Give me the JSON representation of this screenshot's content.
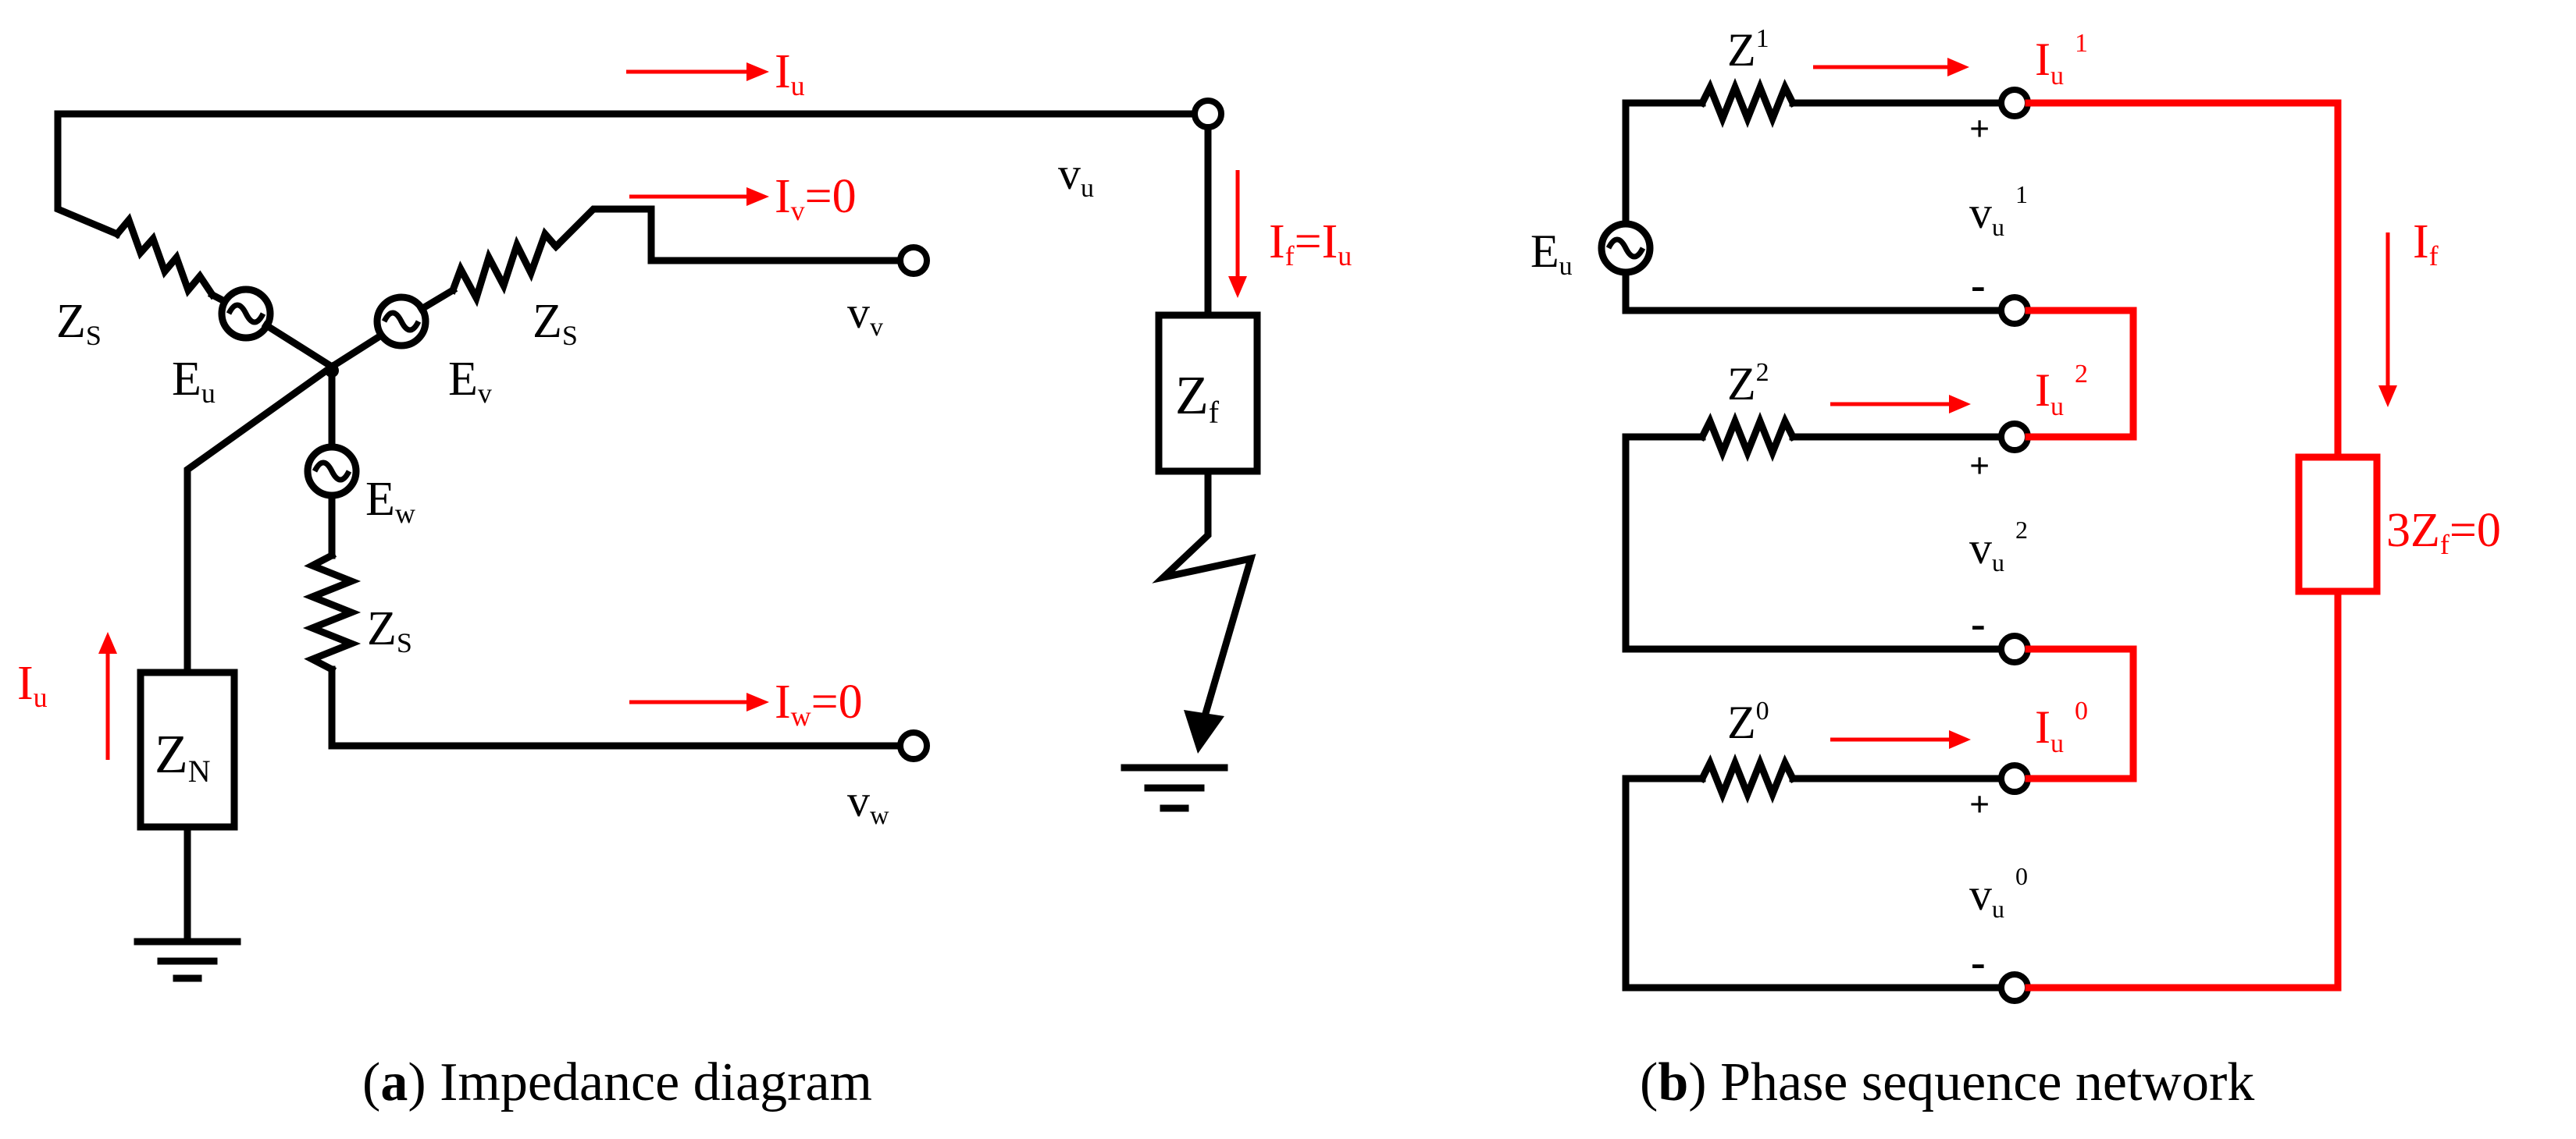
{
  "colors": {
    "ink": "#000000",
    "current": "#ff0000"
  },
  "panel_a": {
    "caption_letter": "a",
    "caption_text": " Impedance diagram",
    "labels": {
      "Iu_top": "I",
      "Iu_top_sub": "u",
      "Iv": "I",
      "Iv_sub": "v",
      "Iv_eq": "=0",
      "Iw": "I",
      "Iw_sub": "w",
      "Iw_eq": "=0",
      "If": "I",
      "If_sub": "f",
      "If_eq": "=I",
      "If_eq_sub": "u",
      "Iu_left": "I",
      "Iu_left_sub": "u",
      "vu": "v",
      "vu_sub": "u",
      "vv": "v",
      "vv_sub": "v",
      "vw": "v",
      "vw_sub": "w",
      "Zs1": "Z",
      "Zs1_sub": "S",
      "Zs2": "Z",
      "Zs2_sub": "S",
      "Zs3": "Z",
      "Zs3_sub": "S",
      "Eu": "E",
      "Eu_sub": "u",
      "Ev": "E",
      "Ev_sub": "v",
      "Ew": "E",
      "Ew_sub": "w",
      "Zf": "Z",
      "Zf_sub": "f",
      "Zn": "Z",
      "Zn_sub": "N"
    }
  },
  "panel_b": {
    "caption_letter": "b",
    "caption_text": " Phase sequence network",
    "labels": {
      "Z1": "Z",
      "Z1_sup": "1",
      "Z2": "Z",
      "Z2_sup": "2",
      "Z0": "Z",
      "Z0_sup": "0",
      "Iu1": "I",
      "Iu1_sub": "u",
      "Iu1_sup": "1",
      "Iu2": "I",
      "Iu2_sub": "u",
      "Iu2_sup": "2",
      "Iu0": "I",
      "Iu0_sub": "u",
      "Iu0_sup": "0",
      "vu1": "v",
      "vu1_sub": "u",
      "vu1_sup": "1",
      "vu2": "v",
      "vu2_sub": "u",
      "vu2_sup": "2",
      "vu0": "v",
      "vu0_sub": "u",
      "vu0_sup": "0",
      "Eu": "E",
      "Eu_sub": "u",
      "If": "I",
      "If_sub": "f",
      "Zf3": "3Z",
      "Zf3_sub": "f",
      "Zf3_eq": "=0",
      "plus": "+",
      "minus": "-"
    }
  }
}
